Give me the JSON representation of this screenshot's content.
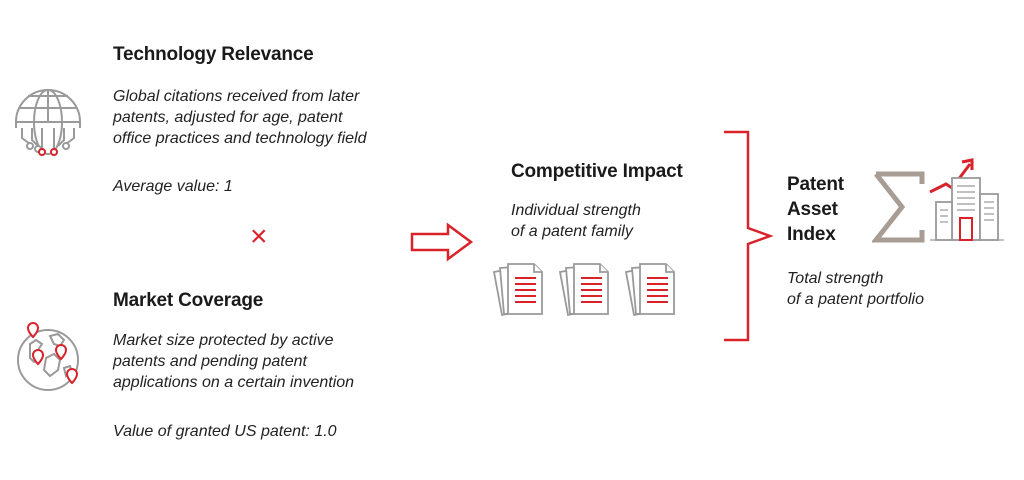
{
  "technology_relevance": {
    "title": "Technology Relevance",
    "description_lines": [
      "Global citations received from later",
      "patents, adjusted for age, patent",
      "office practices and technology field"
    ],
    "average_value": "Average value: 1",
    "icon": "globe-circuit-icon"
  },
  "multiply_symbol": "×",
  "market_coverage": {
    "title": "Market Coverage",
    "description_lines": [
      "Market size protected by active",
      "patents and pending patent",
      "applications on a certain invention"
    ],
    "value_note": "Value of granted US patent: 1.0",
    "icon": "globe-pins-icon"
  },
  "competitive_impact": {
    "title": "Competitive Impact",
    "description_lines": [
      "Individual strength",
      "of a patent family"
    ],
    "icon": "document-stack-icon"
  },
  "patent_asset_index": {
    "title_lines": [
      "Patent",
      "Asset",
      "Index"
    ],
    "description_lines": [
      "Total strength",
      "of a patent portfolio"
    ],
    "icons": [
      "sigma-icon",
      "buildings-growth-icon"
    ]
  },
  "colors": {
    "accent": "#d9222a",
    "icon_gray": "#9a9a9a",
    "sigma": "#a89d94"
  }
}
